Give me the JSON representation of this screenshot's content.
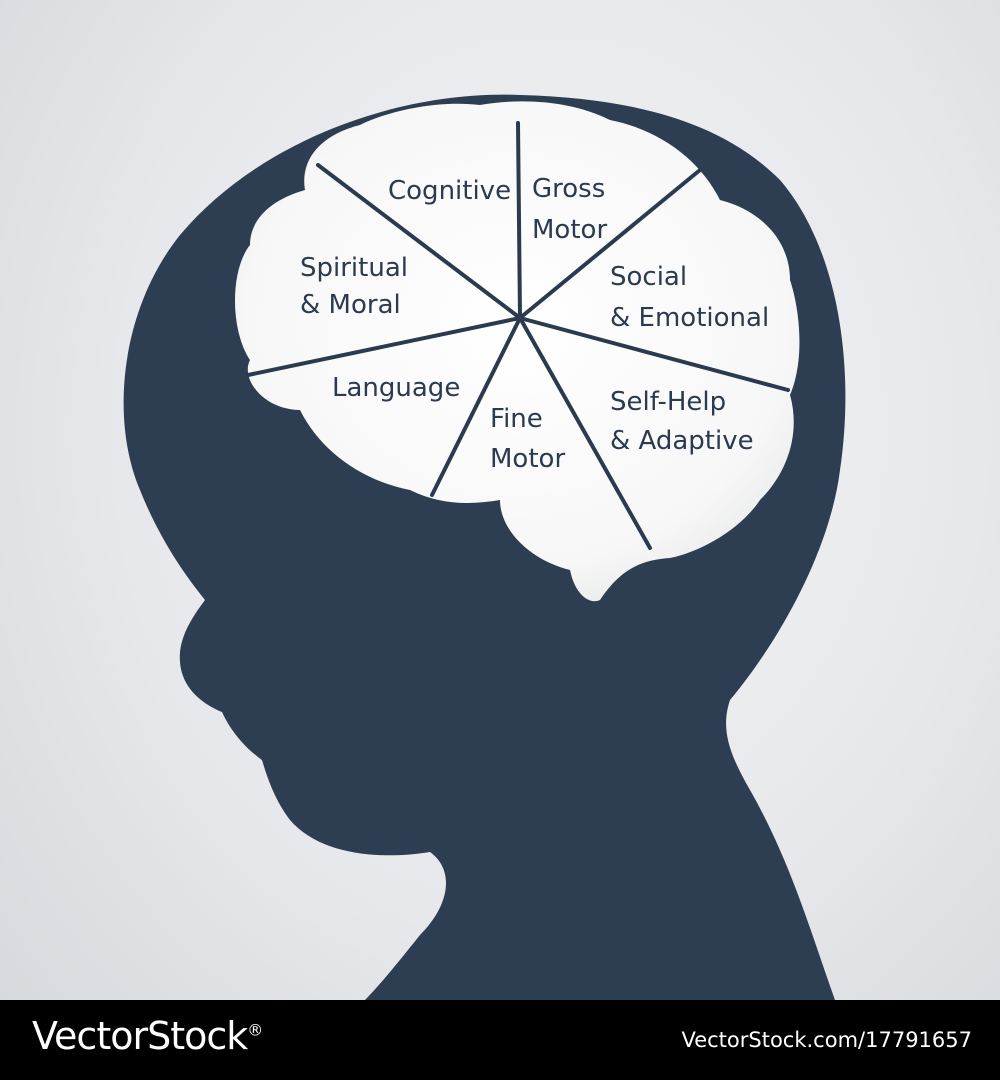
{
  "diagram": {
    "regions": [
      {
        "id": "cognitive",
        "lines": [
          "Cognitive"
        ]
      },
      {
        "id": "gross-motor",
        "lines": [
          "Gross",
          "Motor"
        ]
      },
      {
        "id": "social-emotional",
        "lines": [
          "Social",
          "& Emotional"
        ]
      },
      {
        "id": "self-help-adaptive",
        "lines": [
          "Self-Help",
          "& Adaptive"
        ]
      },
      {
        "id": "fine-motor",
        "lines": [
          "Fine",
          "Motor"
        ]
      },
      {
        "id": "language",
        "lines": [
          "Language"
        ]
      },
      {
        "id": "spiritual-moral",
        "lines": [
          "Spiritual",
          "& Moral"
        ]
      }
    ]
  },
  "colors": {
    "silhouette": "#2d3d52",
    "brain": "#ffffff",
    "divider": "#2b3a4f",
    "footer": "#000000"
  },
  "footer": {
    "brand_text": "VectorStock",
    "brand_mark": "®",
    "url": "VectorStock.com/17791657"
  }
}
